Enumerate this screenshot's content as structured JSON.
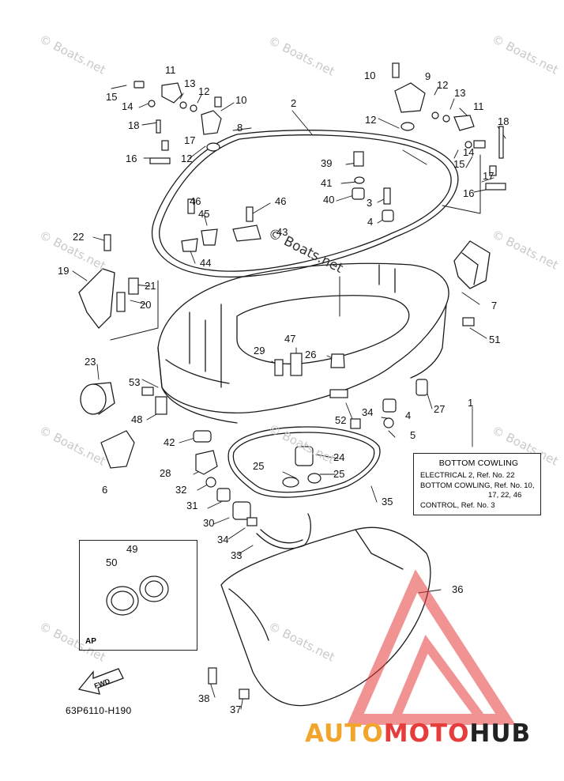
{
  "watermark": "© Boats.net",
  "drawing_code": "63P6110-H190",
  "ap_label": "AP",
  "fwd_label": "FWD",
  "brand": {
    "part1": "AUTO",
    "part2": "MOTO",
    "part3": "HUB",
    "colors": {
      "auto": "#f2a52b",
      "moto": "#e63c3c",
      "hub": "#222222"
    }
  },
  "legend": {
    "title": "BOTTOM COWLING",
    "lines": [
      "ELECTRICAL 2, Ref. No. 22",
      "BOTTOM COWLING, Ref. No. 10,",
      "17, 22, 46",
      "CONTROL, Ref. No. 3"
    ]
  },
  "callouts": [
    "1",
    "2",
    "3",
    "4",
    "4",
    "5",
    "6",
    "7",
    "8",
    "9",
    "10",
    "10",
    "11",
    "11",
    "12",
    "12",
    "12",
    "12",
    "13",
    "13",
    "14",
    "14",
    "15",
    "15",
    "16",
    "16",
    "17",
    "17",
    "18",
    "18",
    "19",
    "20",
    "21",
    "22",
    "23",
    "24",
    "25",
    "25",
    "26",
    "27",
    "28",
    "29",
    "30",
    "31",
    "32",
    "33",
    "34",
    "34",
    "35",
    "36",
    "37",
    "38",
    "39",
    "40",
    "41",
    "42",
    "43",
    "44",
    "45",
    "46",
    "46",
    "47",
    "48",
    "49",
    "50",
    "51",
    "52",
    "53"
  ]
}
